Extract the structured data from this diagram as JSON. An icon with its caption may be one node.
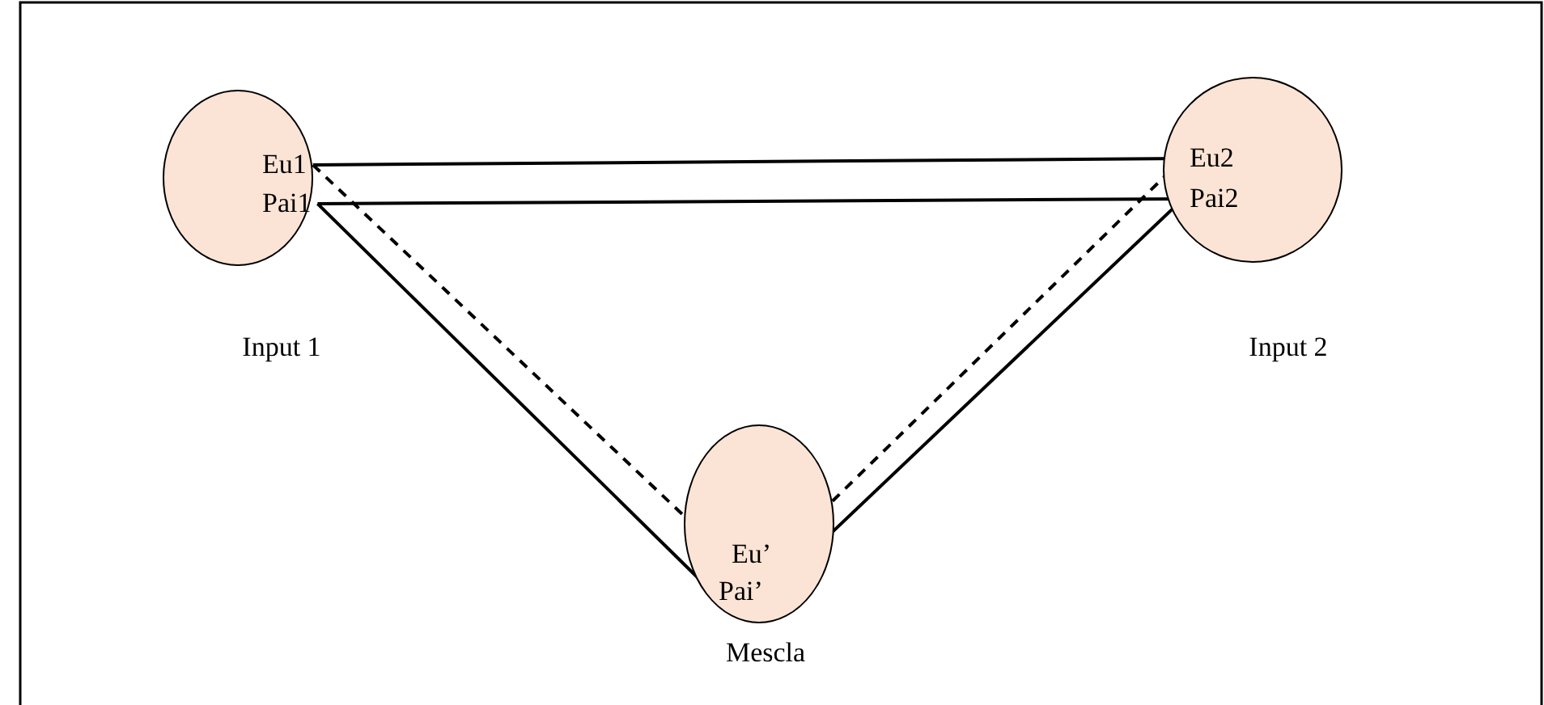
{
  "diagram": {
    "nodes": [
      {
        "text": [
          "Input 1"
        ]
      },
      {
        "text": [
          "Eu1"
        ],
        "in": 0
      },
      {
        "text": [
          "Pai1"
        ],
        "in": 0
      },
      {
        "text": [
          "Input 2"
        ]
      },
      {
        "text": [
          "Eu2"
        ],
        "in": 3
      },
      {
        "text": [
          "Pai2"
        ],
        "in": 3
      },
      {
        "text": [
          "Mescla"
        ]
      },
      {
        "text": [
          "Eu’"
        ],
        "in": 6
      },
      {
        "text": [
          "Pai’"
        ],
        "in": 6
      }
    ],
    "edges": [
      {
        "from": 1,
        "to": 4,
        "arrow": "none"
      },
      {
        "from": 2,
        "to": 5,
        "arrow": "none"
      },
      {
        "from": 1,
        "to": 7,
        "arrow": "none",
        "style": "dashed"
      },
      {
        "from": 2,
        "to": 8,
        "arrow": "none"
      },
      {
        "from": 4,
        "to": 7,
        "arrow": "none",
        "style": "dashed"
      },
      {
        "from": 5,
        "to": 8,
        "arrow": "none"
      }
    ]
  }
}
